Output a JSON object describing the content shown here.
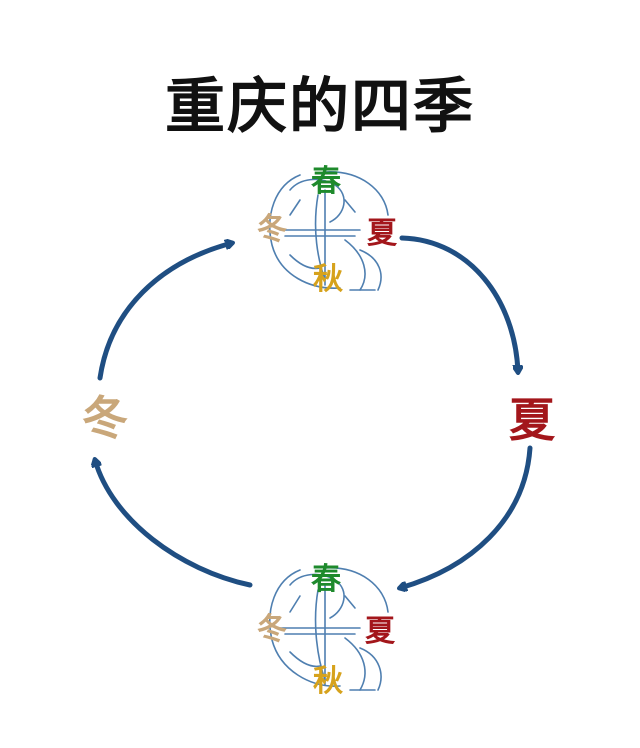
{
  "title": "重庆的四季",
  "colors": {
    "spring": "#1e8a2c",
    "summer": "#a3161b",
    "autumn": "#d6a21c",
    "winter": "#c9a77a",
    "arrow": "#1f4e82",
    "sketch": "#4f7fb0"
  },
  "seasons": {
    "spring": "春",
    "summer": "夏",
    "autumn": "秋",
    "winter": "冬"
  },
  "cycle": {
    "right_label": "夏",
    "left_label": "冬",
    "top_cluster": {
      "spring": "春",
      "summer": "夏",
      "autumn": "秋",
      "winter": "冬"
    },
    "bottom_cluster": {
      "spring": "春",
      "summer": "夏",
      "autumn": "秋",
      "winter": "冬"
    }
  }
}
